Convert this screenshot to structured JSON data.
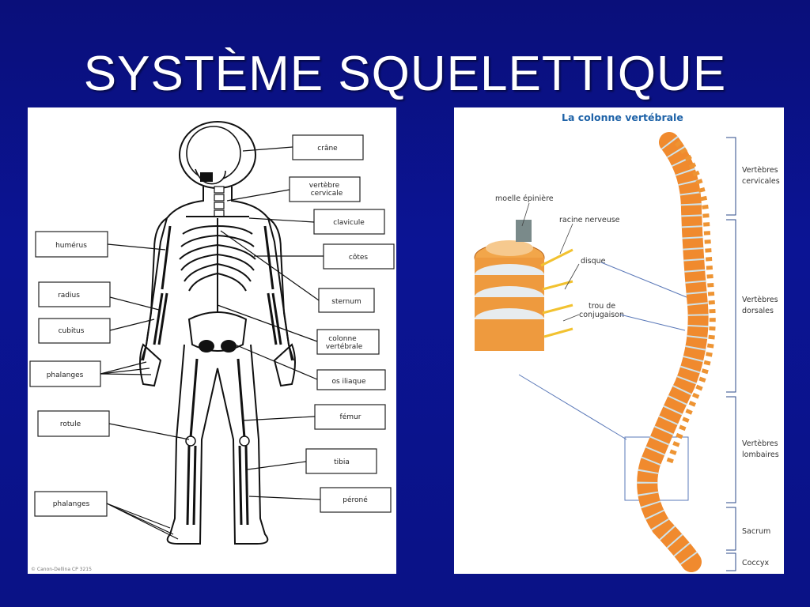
{
  "slide": {
    "title": "SYSTÈME SQUELETTIQUE"
  },
  "skeleton_figure": {
    "labels": {
      "crane": "crâne",
      "vertebre_1": "vertèbre",
      "vertebre_2": "cervicale",
      "clavicule": "clavicule",
      "cotes": "côtes",
      "humerus": "humérus",
      "radius": "radius",
      "cubitus": "cubitus",
      "sternum": "sternum",
      "colonne_1": "colonne",
      "colonne_2": "vertébrale",
      "phalanges_hand": "phalanges",
      "os_iliaque": "os iliaque",
      "femur": "fémur",
      "rotule": "rotule",
      "tibia": "tibia",
      "phalanges_foot": "phalanges",
      "perone": "péroné"
    },
    "copyright": "© Canon-Dellina CP 3215"
  },
  "spine_figure": {
    "title": "La colonne vertébrale",
    "labels": {
      "moelle": "moelle épinière",
      "racine": "racine nerveuse",
      "disque": "disque",
      "trou_1": "trou de",
      "trou_2": "conjugaison",
      "cerv_1": "Vertèbres",
      "cerv_2": "cervicales",
      "dors_1": "Vertèbres",
      "dors_2": "dorsales",
      "lomb_1": "Vertèbres",
      "lomb_2": "lombaires",
      "sacrum": "Sacrum",
      "coccyx": "Coccyx"
    }
  },
  "colors": {
    "background": "#0b1494",
    "title": "#ffffff",
    "bone": "#f08a2e",
    "spine_title": "#1f63a8"
  }
}
